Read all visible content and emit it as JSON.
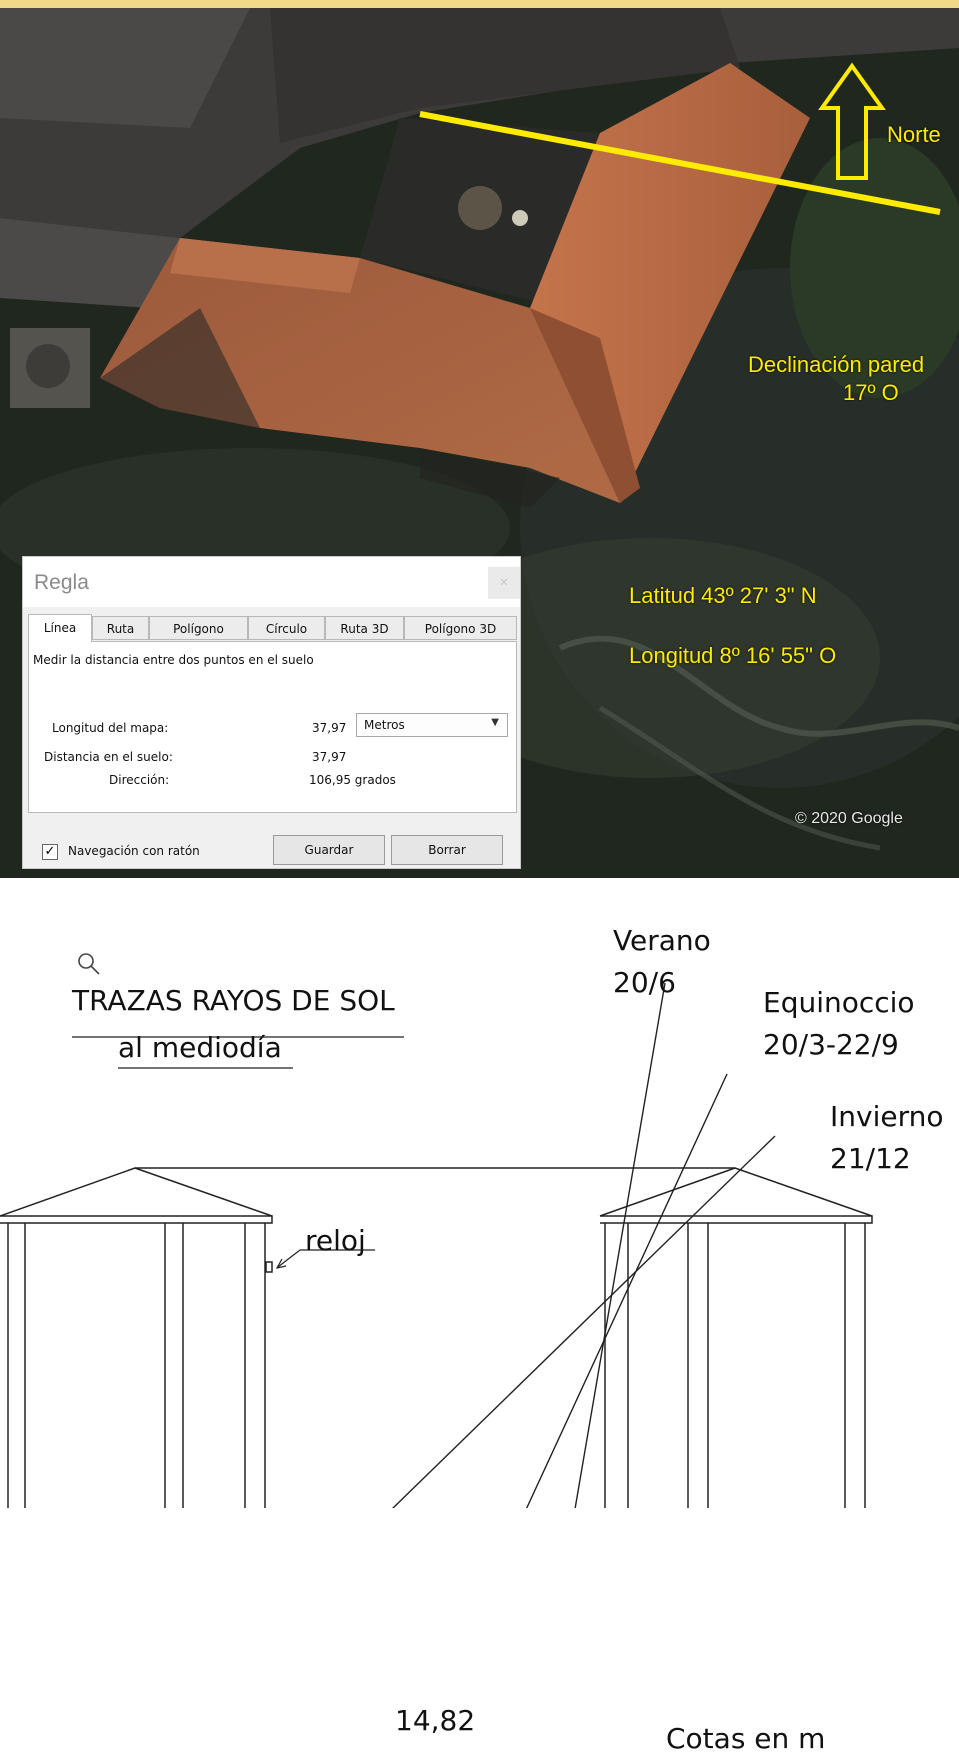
{
  "satellite": {
    "north_label": "Norte",
    "declination_line1": "Declinación pared",
    "declination_line2": "17º O",
    "latitude": "Latitud 43º 27' 3\" N",
    "longitude": "Longitud 8º 16' 55\" O",
    "copyright": "© 2020 Google",
    "overlay_color": "#ffeb00"
  },
  "ruler_dialog": {
    "title": "Regla",
    "close_icon": "close-icon",
    "tabs": [
      {
        "label": "Línea",
        "active": true
      },
      {
        "label": "Ruta",
        "active": false
      },
      {
        "label": "Polígono",
        "active": false
      },
      {
        "label": "Círculo",
        "active": false
      },
      {
        "label": "Ruta 3D",
        "active": false
      },
      {
        "label": "Polígono 3D",
        "active": false
      }
    ],
    "description": "Medir la distancia entre dos puntos en el suelo",
    "map_length_label": "Longitud del mapa:",
    "map_length_value": "37,97",
    "unit_selected": "Metros",
    "ground_distance_label": "Distancia en el suelo:",
    "ground_distance_value": "37,97",
    "direction_label": "Dirección:",
    "direction_value": "106,95 grados",
    "mouse_nav_label": "Navegación con ratón",
    "mouse_nav_checked": true,
    "save_label": "Guardar",
    "clear_label": "Borrar",
    "highlight_color": "#e01010"
  },
  "diagram": {
    "title": "TRAZAS RAYOS DE SOL",
    "subtitle": "al mediodía",
    "zoom_icon": "magnifier-icon",
    "summer_label": "Verano",
    "summer_date": "20/6",
    "equinox_label": "Equinoccio",
    "equinox_date": "20/3-22/9",
    "winter_label": "Invierno",
    "winter_date": "21/12",
    "clock_label": "reloj",
    "dimension_value": "14,82",
    "units_note": "Cotas en m"
  }
}
